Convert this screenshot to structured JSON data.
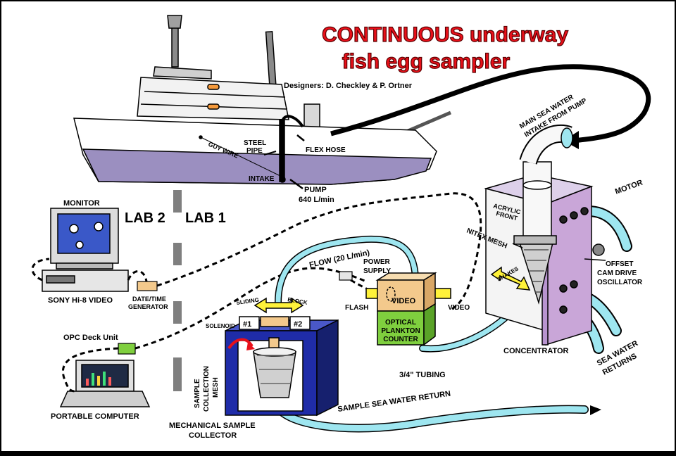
{
  "title": {
    "line1": "CONTINUOUS underway",
    "line2": "fish egg sampler"
  },
  "designers": "Designers:  D. Checkley & P. Ortner",
  "ship": {
    "guy_wire": "GUY WIRE",
    "steel_pipe_1": "STEEL",
    "steel_pipe_2": "PIPE",
    "flex_hose": "FLEX HOSE",
    "intake": "INTAKE",
    "pump_1": "PUMP",
    "pump_2": "640 L/min"
  },
  "labs": {
    "lab2": "LAB 2",
    "lab1": "LAB 1"
  },
  "monitor": "MONITOR",
  "video_deck": "SONY Hi-8 VIDEO",
  "date_time_1": "DATE/TIME",
  "date_time_2": "GENERATOR",
  "opc_deck": "OPC Deck Unit",
  "portable_computer": "PORTABLE COMPUTER",
  "sample_mesh": {
    "l1": "SAMPLE",
    "l2": "COLLECTION",
    "l3": "MESH"
  },
  "collector": {
    "l1": "MECHANICAL SAMPLE",
    "l2": "COLLECTOR",
    "sliding": "SLIDING",
    "block": "BLOCK",
    "solenoid": "SOLENOID",
    "n1": "#1",
    "n2": "#2"
  },
  "flow": "FLOW (20 L/min)",
  "power_supply_1": "POWER",
  "power_supply_2": "SUPPLY",
  "flash": "FLASH",
  "video_box": "VIDEO",
  "video_line": "VIDEO",
  "opc": {
    "l1": "OPTICAL",
    "l2": "PLANKTON",
    "l3": "COUNTER"
  },
  "tubing": "3/4\" TUBING",
  "return": "SAMPLE SEA WATER RETURN",
  "concentrator": "CONCENTRATOR",
  "acrylic_front_1": "ACRYLIC",
  "acrylic_front_2": "FRONT",
  "nitex": "NITEX MESH",
  "shakes": "SHAKES",
  "main_intake_1": "MAIN SEA WATER",
  "main_intake_2": "INTAKE FROM PUMP",
  "motor": "MOTOR",
  "oscillator": {
    "l1": "OFFSET",
    "l2": "CAM DRIVE",
    "l3": "OSCILLATOR"
  },
  "returns": {
    "l1": "SEA WATER",
    "l2": "RETURNS"
  },
  "colors": {
    "title_red": "#e8101a",
    "tube_blue": "#9ee6f0",
    "purple": "#c9a6d8",
    "green": "#7fcf3e",
    "tan": "#f3c98c",
    "yellow": "#fff23a"
  }
}
